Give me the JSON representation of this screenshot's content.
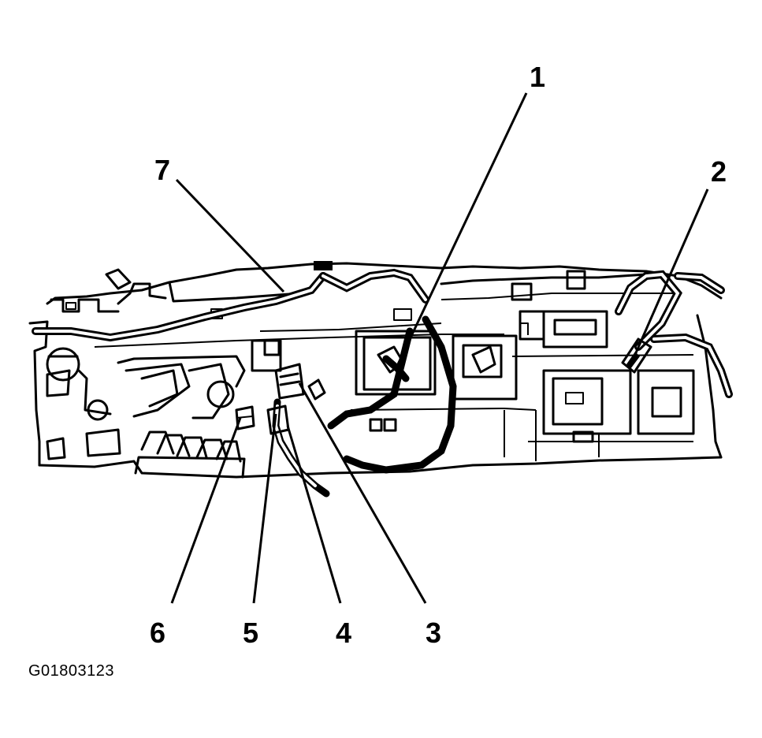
{
  "callouts": [
    {
      "id": "1",
      "label": "1"
    },
    {
      "id": "2",
      "label": "2"
    },
    {
      "id": "3",
      "label": "3"
    },
    {
      "id": "4",
      "label": "4"
    },
    {
      "id": "5",
      "label": "5"
    },
    {
      "id": "6",
      "label": "6"
    },
    {
      "id": "7",
      "label": "7"
    }
  ],
  "figure_code": "G01803123"
}
